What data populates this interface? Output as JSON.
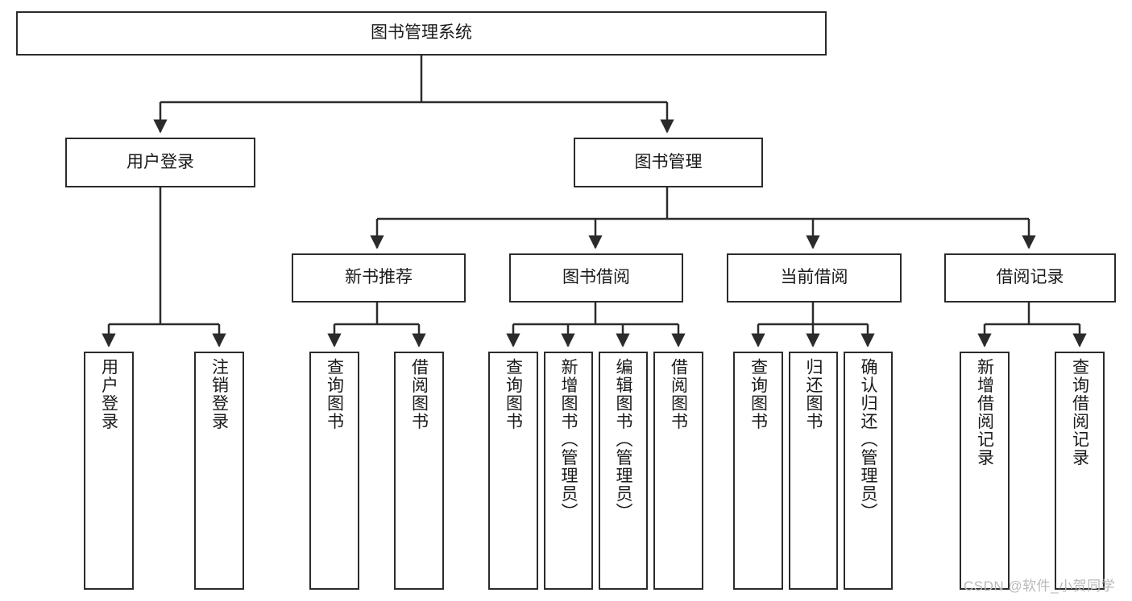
{
  "diagram": {
    "title_node": {
      "label": "图书管理系统"
    },
    "level2": [
      {
        "label": "用户登录"
      },
      {
        "label": "图书管理"
      }
    ],
    "level3": [
      {
        "label": "新书推荐"
      },
      {
        "label": "图书借阅"
      },
      {
        "label": "当前借阅"
      },
      {
        "label": "借阅记录"
      }
    ],
    "leaves": [
      {
        "label": "用户登录"
      },
      {
        "label": "注销登录"
      },
      {
        "label": "查询图书"
      },
      {
        "label": "借阅图书"
      },
      {
        "label": "查询图书"
      },
      {
        "label": "新增图书（管理员）"
      },
      {
        "label": "编辑图书（管理员）"
      },
      {
        "label": "借阅图书"
      },
      {
        "label": "查询图书"
      },
      {
        "label": "归还图书"
      },
      {
        "label": "确认归还（管理员）"
      },
      {
        "label": "新增借阅记录"
      },
      {
        "label": "查询借阅记录"
      }
    ]
  },
  "watermark": {
    "text": "CSDN @软件_小贺同学"
  },
  "colors": {
    "stroke": "#2b2b2b",
    "fill": "#ffffff",
    "text": "#1a1a1a",
    "watermark": "#b9b9b9"
  }
}
